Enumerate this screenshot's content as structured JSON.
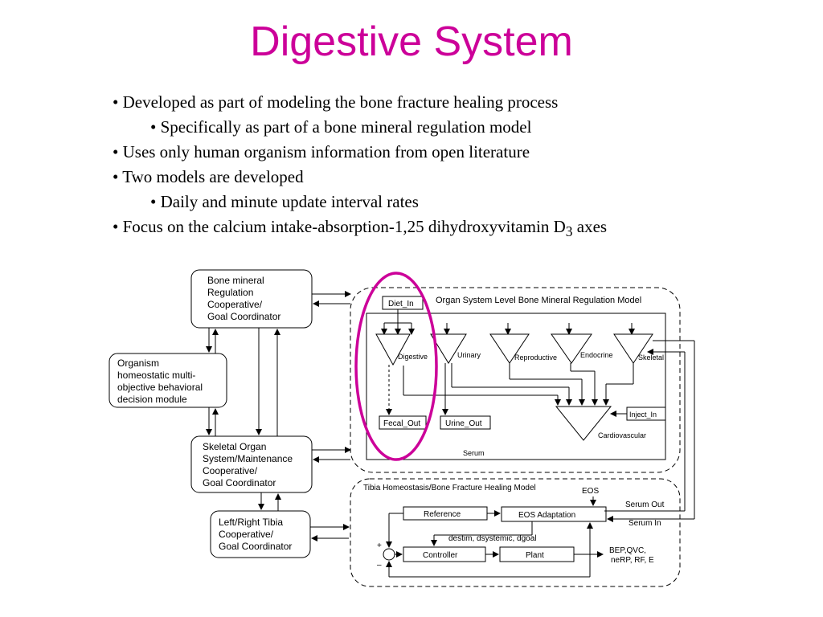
{
  "title": "Digestive System",
  "bullets": [
    {
      "text": "• Developed as part of modeling the bone fracture healing process",
      "sub": false
    },
    {
      "text": "• Specifically as part of a bone mineral regulation model",
      "sub": true
    },
    {
      "text": "• Uses only human organism information from open literature",
      "sub": false
    },
    {
      "text": "• Two models are developed",
      "sub": false
    },
    {
      "text": "• Daily and minute update interval rates",
      "sub": true
    },
    {
      "text": "• Focus on the calcium intake-absorption-1,25 dihydroxyvitamin D",
      "sub": false,
      "subscript": "3",
      "tail": " axes"
    }
  ],
  "diagram": {
    "bone_mineral_box": [
      "Bone mineral",
      "Regulation",
      "Cooperative/",
      "Goal Coordinator"
    ],
    "organism_box": [
      "Organism",
      "homeostatic multi-",
      "objective behavioral",
      "decision module"
    ],
    "skeletal_box": [
      "Skeletal Organ",
      "System/Maintenance",
      "Cooperative/",
      "Goal Coordinator"
    ],
    "tibia_box": [
      "Left/Right Tibia",
      "Cooperative/",
      "Goal Coordinator"
    ],
    "organ_model_title": "Organ System Level Bone Mineral Regulation Model",
    "diet_in": "Diet_In",
    "organs": [
      "Digestive",
      "Urinary",
      "Reproductive",
      "Endocrine",
      "Skeletal"
    ],
    "fecal_out": "Fecal_Out",
    "urine_out": "Urine_Out",
    "inject_in": "Inject_In",
    "cardiovascular": "Cardiovascular",
    "serum": "Serum",
    "tibia_model_title": "Tibia Homeostasis/Bone Fracture Healing Model",
    "eos": "EOS",
    "serum_out": "Serum Out",
    "serum_in": "Serum In",
    "reference": "Reference",
    "eos_adaptation": "EOS Adaptation",
    "goals": "destim, dsystemic, dgoal",
    "controller": "Controller",
    "plant": "Plant",
    "plus": "+",
    "minus": "–",
    "outputs": [
      "BEP,QVC,",
      "neRP, RF, E"
    ]
  },
  "colors": {
    "title": "#cc0099",
    "highlight": "#cc0099"
  }
}
